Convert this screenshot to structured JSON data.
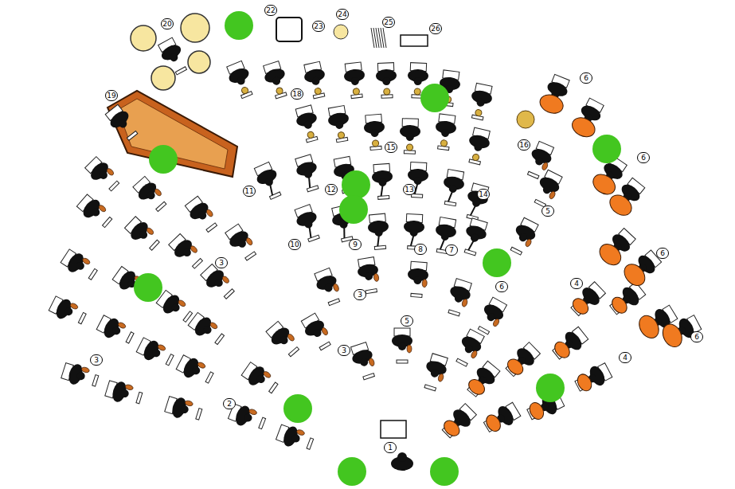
{
  "diagram": {
    "labels": [
      "20",
      "22",
      "23",
      "24",
      "25",
      "26",
      "19",
      "18",
      "6",
      "16",
      "15",
      "6",
      "11",
      "12",
      "13",
      "14",
      "5",
      "3",
      "10",
      "9",
      "8",
      "7",
      "6",
      "6",
      "4",
      "3",
      "5",
      "6",
      "3",
      "4",
      "3",
      "2",
      "1"
    ]
  }
}
